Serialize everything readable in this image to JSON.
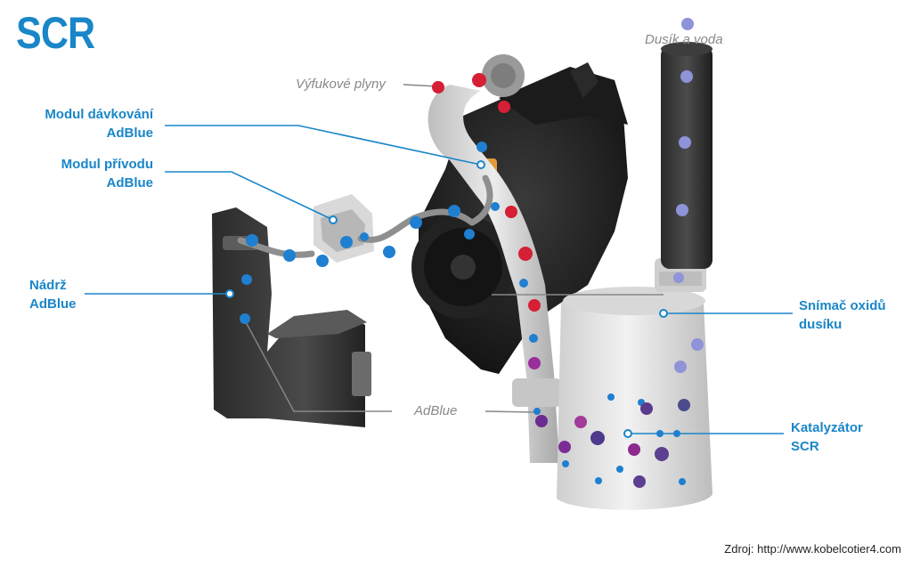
{
  "title": "SCR",
  "labels": {
    "dosing_module": [
      "Modul dávkování",
      "AdBlue"
    ],
    "supply_module": [
      "Modul přívodu",
      "AdBlue"
    ],
    "tank": [
      "Nádrž",
      "AdBlue"
    ],
    "nox_sensor": [
      "Snímač oxidů",
      "dusíku"
    ],
    "catalyst": [
      "Katalyzátor",
      "SCR"
    ],
    "exhaust_gases": "Výfukové plyny",
    "nitrogen_water": "Dusík a voda",
    "adblue": "AdBlue"
  },
  "source": "Zdroj: http://www.kobelcotier4.com",
  "colors": {
    "accent": "#1a86c8",
    "gray_label": "#888888",
    "exhaust_dot": "#d51f35",
    "adblue_dot": "#1f7fd0",
    "mixed_dot": "#9a2f9c",
    "n2_dot": "#8f93d8"
  }
}
